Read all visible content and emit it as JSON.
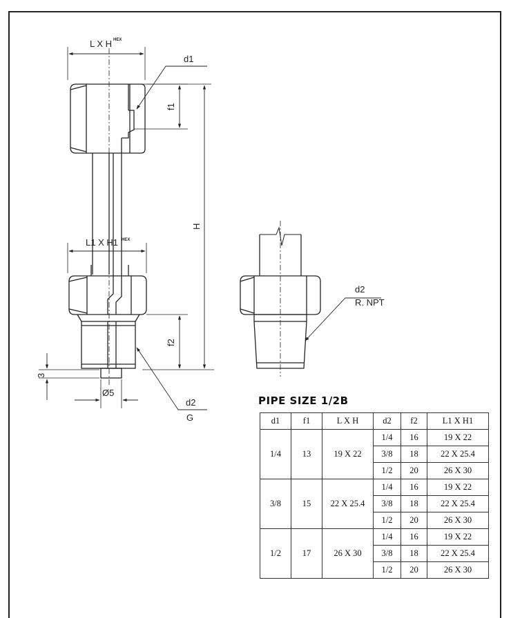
{
  "labels": {
    "lxh": "L X H",
    "hex_top": "HEX",
    "d1": "d1",
    "f1": "f1",
    "h": "H",
    "l1xh1": "L1 X H1",
    "hex_mid": "HEX",
    "f2": "f2",
    "dim3": "3",
    "dia5": "Ø5",
    "d2_left": "d2",
    "g": "G",
    "d2_right": "d2",
    "npt": "R. NPT"
  },
  "table": {
    "title": "PIPE SIZE 1/2B",
    "headers": [
      "d1",
      "f1",
      "L X H",
      "d2",
      "f2",
      "L1 X H1"
    ],
    "groups": [
      {
        "d1": "1/4",
        "f1": "13",
        "lxh": "19 X 22",
        "rows": [
          {
            "d2": "1/4",
            "f2": "16",
            "l1xh1": "19 X 22"
          },
          {
            "d2": "3/8",
            "f2": "18",
            "l1xh1": "22 X 25.4"
          },
          {
            "d2": "1/2",
            "f2": "20",
            "l1xh1": "26 X 30"
          }
        ]
      },
      {
        "d1": "3/8",
        "f1": "15",
        "lxh": "22 X 25.4",
        "rows": [
          {
            "d2": "1/4",
            "f2": "16",
            "l1xh1": "19 X 22"
          },
          {
            "d2": "3/8",
            "f2": "18",
            "l1xh1": "22 X 25.4"
          },
          {
            "d2": "1/2",
            "f2": "20",
            "l1xh1": "26 X 30"
          }
        ]
      },
      {
        "d1": "1/2",
        "f1": "17",
        "lxh": "26 X 30",
        "rows": [
          {
            "d2": "1/4",
            "f2": "16",
            "l1xh1": "19 X 22"
          },
          {
            "d2": "3/8",
            "f2": "18",
            "l1xh1": "22 X 25.4"
          },
          {
            "d2": "1/2",
            "f2": "20",
            "l1xh1": "26 X 30"
          }
        ]
      }
    ]
  }
}
